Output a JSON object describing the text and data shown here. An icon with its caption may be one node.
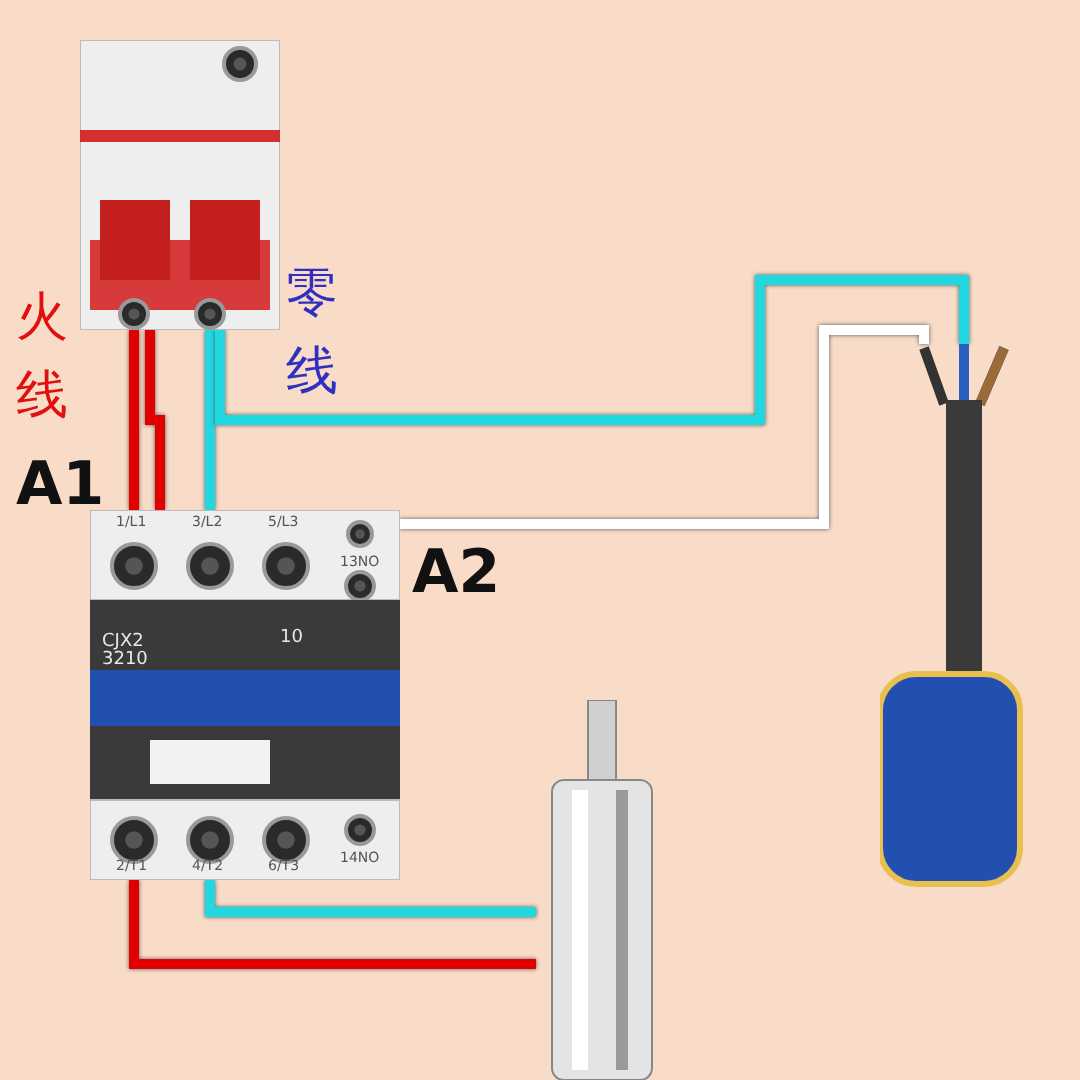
{
  "diagram": {
    "nodes": [
      {
        "text": [],
        "shape": "picture"
      },
      {
        "text": [
          "CJX2 3210",
          "10"
        ]
      },
      {
        "text": [],
        "shape": "picture"
      },
      {
        "text": [],
        "shape": "picture"
      }
    ],
    "edges": [
      {
        "from": 0,
        "to": 1,
        "arrow": "none",
        "color": "#e00000"
      },
      {
        "from": 0,
        "to": 1,
        "arrow": "none",
        "color": "#e00000"
      },
      {
        "from": 0,
        "to": 1,
        "arrow": "none",
        "color": "#20d8e0"
      },
      {
        "from": 0,
        "to": 2,
        "arrow": "none",
        "color": "#20d8e0"
      },
      {
        "from": 1,
        "to": 2,
        "arrow": "none",
        "color": "#ffffff"
      },
      {
        "from": 1,
        "to": 3,
        "arrow": "none",
        "color": "#e00000"
      },
      {
        "from": 1,
        "to": 3,
        "arrow": "none",
        "color": "#20d8e0"
      }
    ],
    "labels": [
      "火线",
      "零线",
      "A1",
      "A2",
      "1/L1",
      "3/L2",
      "5/L3",
      "13NO",
      "2/T1",
      "4/T2",
      "6/T3",
      "14NO"
    ]
  }
}
